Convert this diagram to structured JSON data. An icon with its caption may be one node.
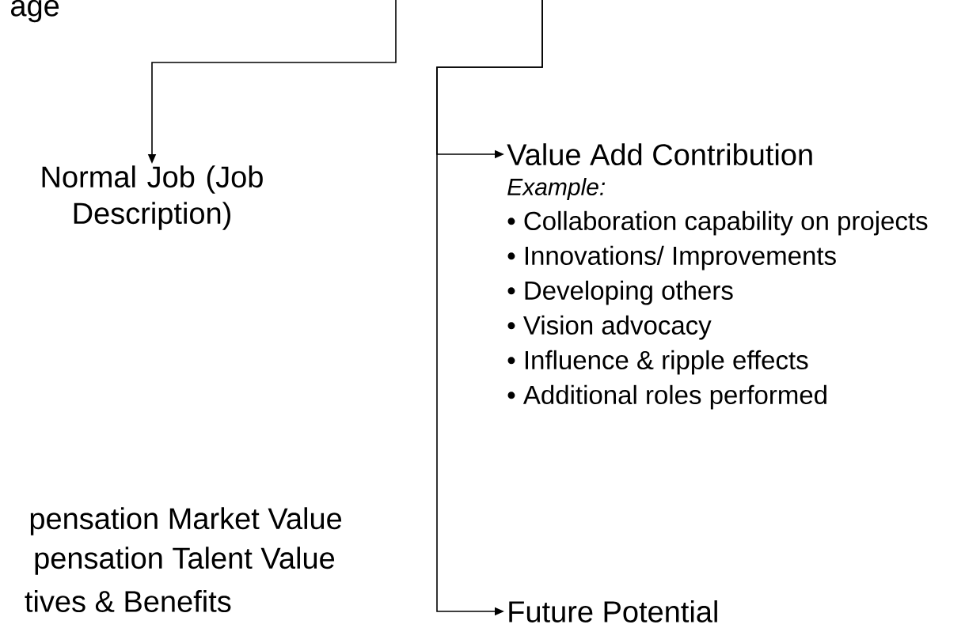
{
  "diagram": {
    "nodes": [
      {
        "text": [
          "Normal Job (Job Description)"
        ]
      },
      {
        "text": [
          "Value Add Contribution",
          "Example:",
          "• Collaboration capability on projects",
          "• Innovations/ Improvements",
          "• Developing others",
          "• Vision advocacy",
          "• Influence & ripple effects",
          "• Additional roles performed"
        ]
      },
      {
        "text": [
          "Future Potential"
        ]
      }
    ],
    "edges": [
      {
        "from": null,
        "to": 0,
        "arrow": "to"
      },
      {
        "from": null,
        "to": 1,
        "arrow": "to"
      },
      {
        "from": null,
        "to": 2,
        "arrow": "to"
      }
    ],
    "labels": [
      "age",
      "pensation Market Value",
      "pensation Talent Value",
      "tives & Benefits"
    ]
  }
}
